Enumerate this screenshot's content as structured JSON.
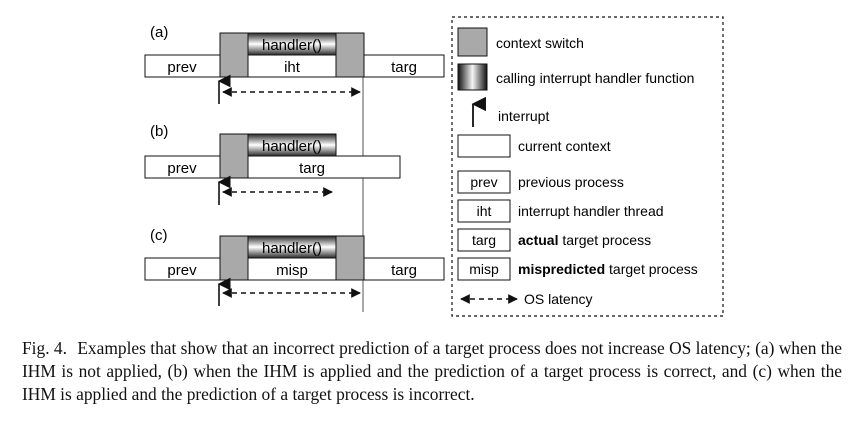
{
  "panels": [
    {
      "label": "(a)",
      "handler": "handler()",
      "left": "prev",
      "middle": "iht",
      "right": "targ"
    },
    {
      "label": "(b)",
      "handler": "handler()",
      "left": "prev",
      "middle": "targ"
    },
    {
      "label": "(c)",
      "handler": "handler()",
      "left": "prev",
      "middle": "misp",
      "right": "targ"
    }
  ],
  "legend": {
    "context_switch": "context switch",
    "calling_handler": "calling interrupt handler function",
    "interrupt": "interrupt",
    "current_context": "current context",
    "entries": [
      {
        "box": "prev",
        "desc_bold": "",
        "desc": "previous process"
      },
      {
        "box": "iht",
        "desc_bold": "",
        "desc": "interrupt handler thread"
      },
      {
        "box": "targ",
        "desc_bold": "actual",
        "desc": " target process"
      },
      {
        "box": "misp",
        "desc_bold": "mispredicted",
        "desc": " target process"
      }
    ],
    "os_latency": "OS latency"
  },
  "caption": {
    "fig": "Fig. 4.",
    "text": "Examples that show that an incorrect prediction of a target process does not increase OS latency; (a) when the IHM is not applied, (b) when the IHM is applied and the prediction of a target process is correct, and (c) when the IHM is applied and the prediction of a target process is incorrect."
  },
  "colors": {
    "context_switch": "#a9a9a9",
    "border": "#111111"
  }
}
